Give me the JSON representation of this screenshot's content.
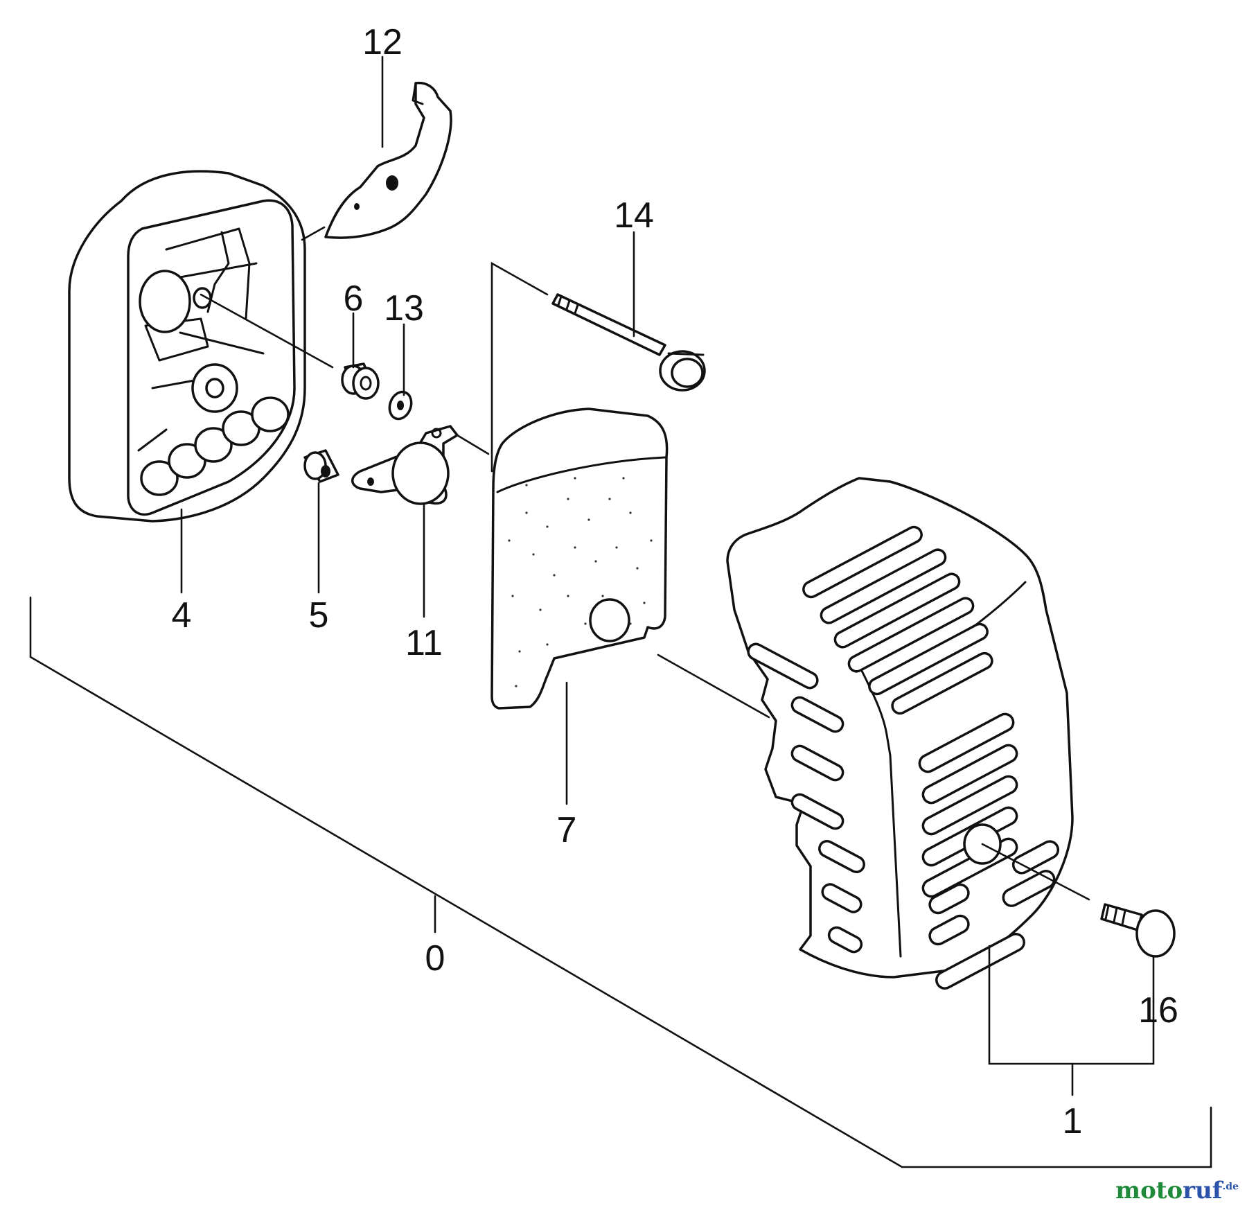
{
  "callouts": [
    {
      "id": "p0",
      "label": "0"
    },
    {
      "id": "p1",
      "label": "1"
    },
    {
      "id": "p4",
      "label": "4"
    },
    {
      "id": "p5",
      "label": "5"
    },
    {
      "id": "p6",
      "label": "6"
    },
    {
      "id": "p7",
      "label": "7"
    },
    {
      "id": "p11",
      "label": "11"
    },
    {
      "id": "p12",
      "label": "12"
    },
    {
      "id": "p13",
      "label": "13"
    },
    {
      "id": "p14",
      "label": "14"
    },
    {
      "id": "p16",
      "label": "16"
    }
  ],
  "watermark": {
    "part1": "moto",
    "part2": "ruf",
    "suffix": ".de"
  }
}
